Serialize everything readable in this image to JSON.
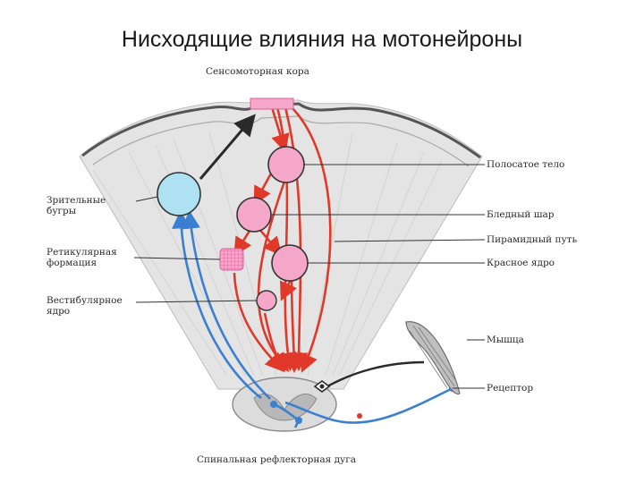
{
  "slide": {
    "title": "Нисходящие влияния на мотонейроны"
  },
  "diagram": {
    "labels": {
      "sensorimotor_cortex": "Сенсомоторная кора",
      "thalamus": "Зрительные бугры",
      "striatum": "Полосатое тело",
      "pallidum": "Бледный шар",
      "pyramidal_tract": "Пирамидный путь",
      "reticular": "Ретикулярная формация",
      "red_nucleus": "Красное ядро",
      "vestibular": "Вестибулярное ядро",
      "muscle": "Мышца",
      "receptor": "Рецептор",
      "spinal_arc": "Спинальная рефлекторная дуга"
    },
    "colors": {
      "red_pathway": "#e0392a",
      "blue_pathway": "#3a7fd1",
      "black_pathway": "#2a2a2a",
      "nucleus_pink": "#f4a7c8",
      "thalamus_blue": "#aee1f2",
      "cortex_gray": "#d9d9d9"
    }
  }
}
